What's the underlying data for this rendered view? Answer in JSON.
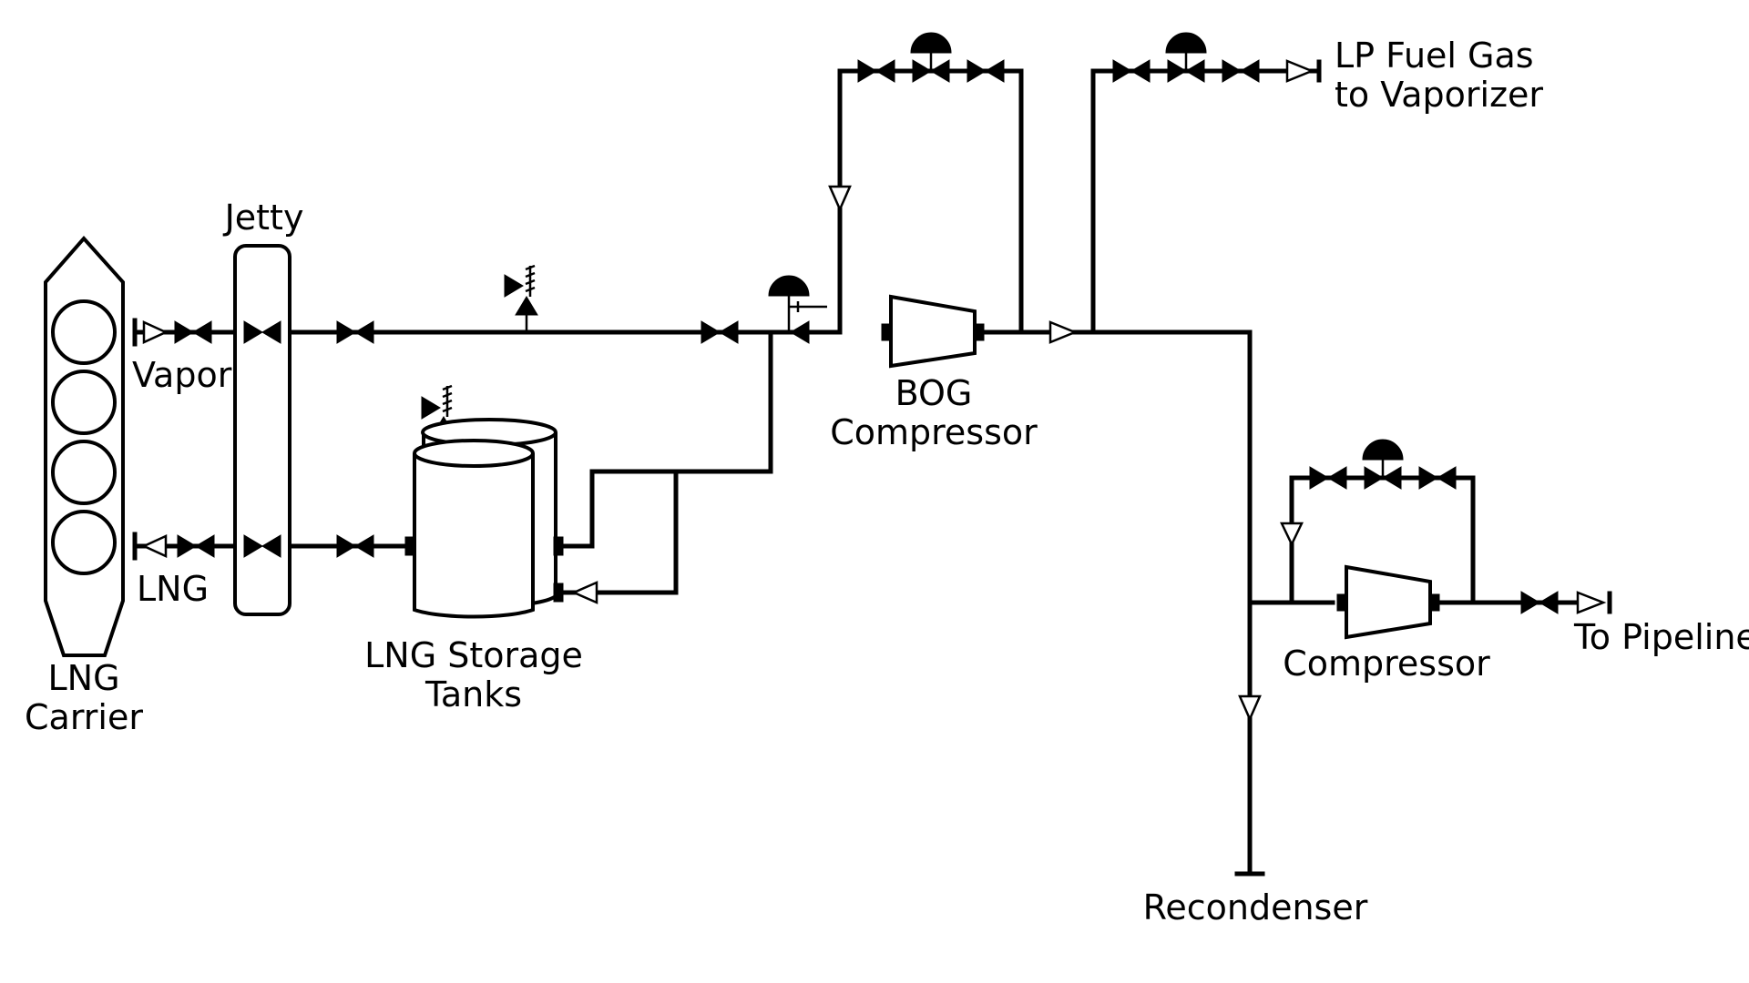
{
  "labels": {
    "jetty": "Jetty",
    "vapor": "Vapor",
    "lng": "LNG",
    "carrier_line1": "LNG",
    "carrier_line2": "Carrier",
    "storage_line1": "LNG Storage",
    "storage_line2": "Tanks",
    "bog_line1": "BOG",
    "bog_line2": "Compressor",
    "lp_line1": "LP Fuel Gas",
    "lp_line2": "to Vaporizer",
    "compressor": "Compressor",
    "pipeline": "To Pipeline",
    "recondenser": "Recondenser"
  },
  "colors": {
    "ink": "#000000",
    "background": "#ffffff"
  },
  "icons": {
    "valve": "gate-valve-icon",
    "control_valve": "control-valve-icon",
    "relief_valve": "relief-valve-icon",
    "check_valve": "check-valve-icon",
    "flow_arrow": "flow-arrow-icon",
    "compressor": "compressor-icon",
    "tank": "cylindrical-tank-icon",
    "ship": "lng-carrier-icon"
  }
}
